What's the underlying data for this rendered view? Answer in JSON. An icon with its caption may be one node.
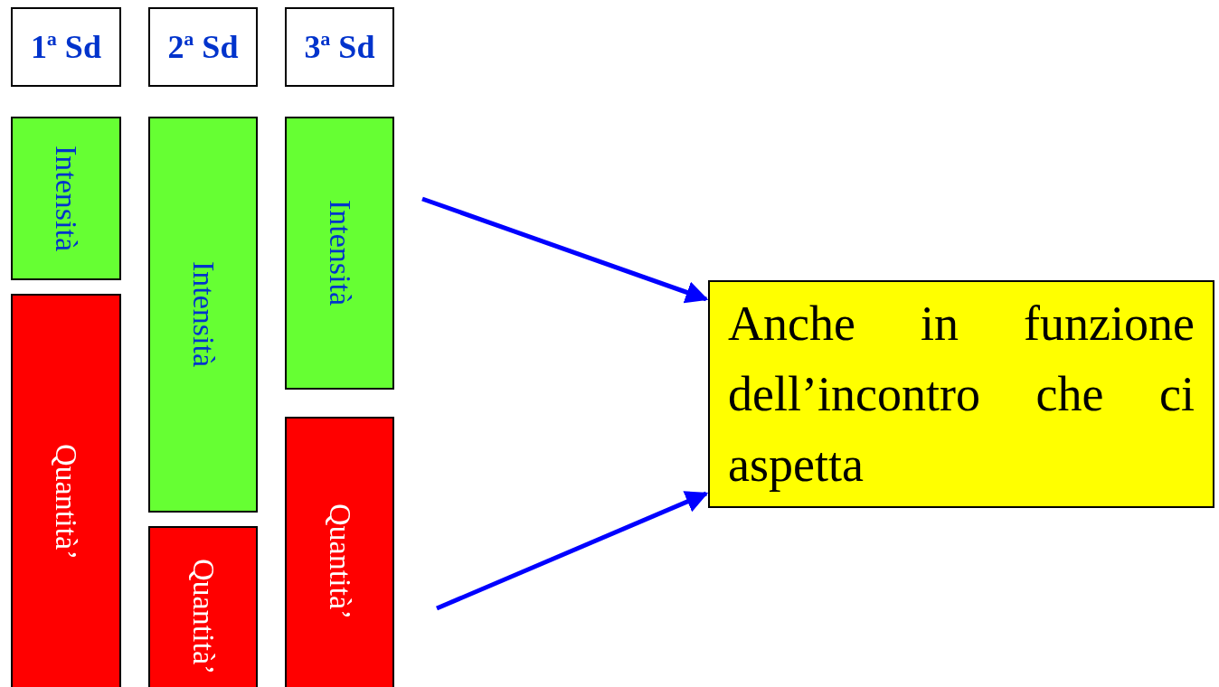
{
  "diagram": {
    "nodes": [
      {
        "text": [
          "1ª Sd"
        ]
      },
      {
        "text": [
          "2ª Sd"
        ]
      },
      {
        "text": [
          "3ª Sd"
        ]
      },
      {
        "text": [
          "Intensità"
        ]
      },
      {
        "text": [
          "Quantità’"
        ]
      },
      {
        "text": [
          "Intensità"
        ]
      },
      {
        "text": [
          "Quantità’"
        ]
      },
      {
        "text": [
          "Intensità"
        ]
      },
      {
        "text": [
          "Quantità’"
        ]
      },
      {
        "text": [
          "Anche in funzione dell’incontro che ci aspetta"
        ]
      }
    ],
    "edges": [
      {
        "from": null,
        "to": 9,
        "arrow": "to"
      },
      {
        "from": null,
        "to": 9,
        "arrow": "to"
      }
    ]
  }
}
